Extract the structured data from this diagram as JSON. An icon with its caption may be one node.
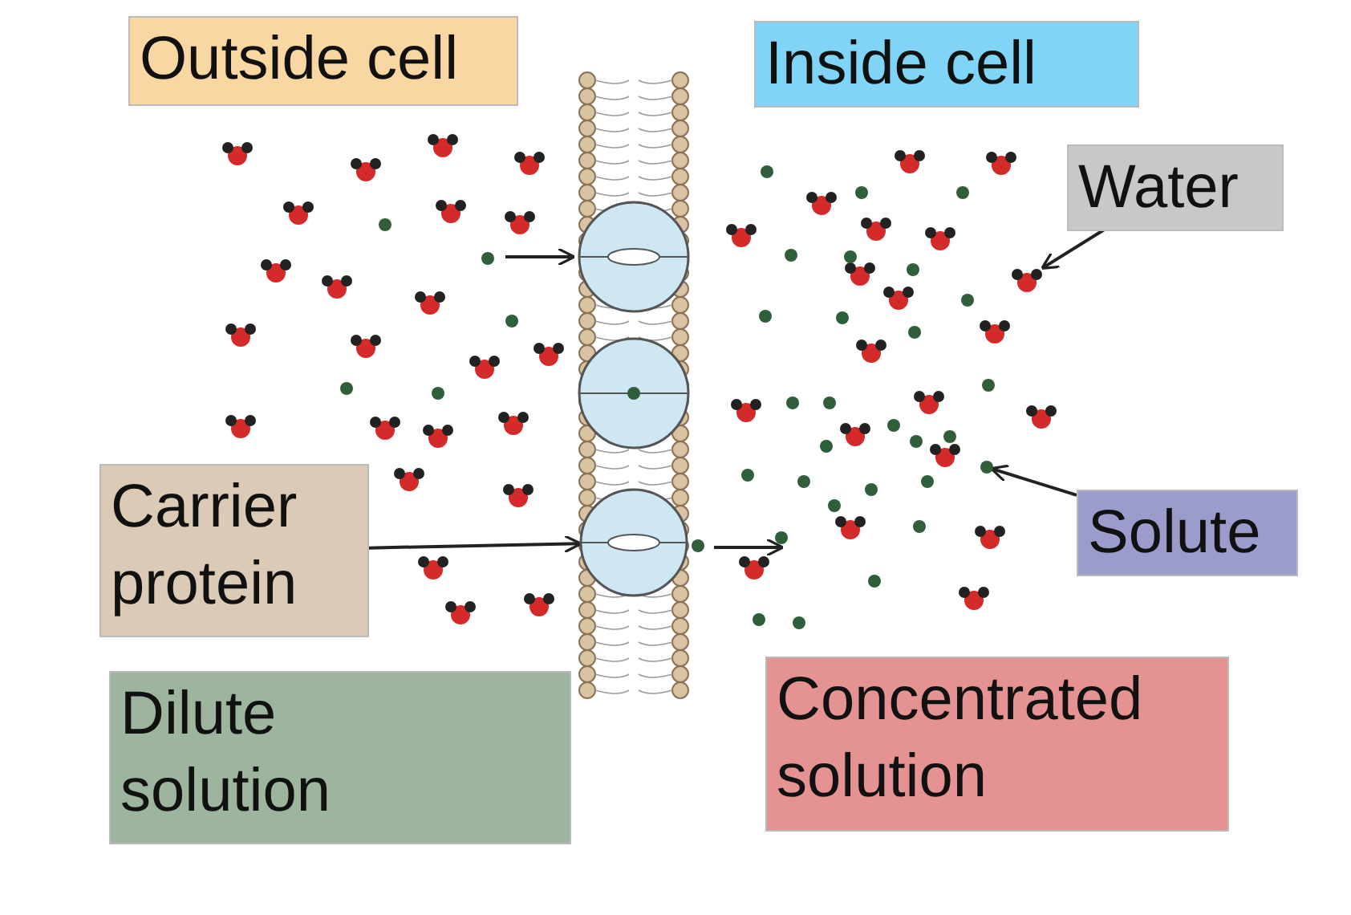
{
  "diagram": {
    "nodes": [
      {
        "text": [
          "Outside cell"
        ]
      },
      {
        "text": [
          "Inside cell"
        ]
      },
      {
        "text": [
          "Water"
        ]
      },
      {
        "text": [
          "Solute"
        ]
      },
      {
        "text": [
          "Carrier protein"
        ]
      },
      {
        "text": [
          "Dilute solution"
        ]
      },
      {
        "text": [
          "Concentrated solution"
        ]
      },
      {
        "text": [],
        "shape": "circle"
      },
      {
        "text": [],
        "shape": "circle"
      },
      {
        "text": [],
        "shape": "circle"
      }
    ],
    "edges": [
      {
        "from": 4,
        "to": 7,
        "arrow": "to"
      },
      {
        "from": 2,
        "to": 8,
        "arrow": "to"
      },
      {
        "from": 3,
        "to": 9,
        "arrow": "to"
      }
    ]
  }
}
